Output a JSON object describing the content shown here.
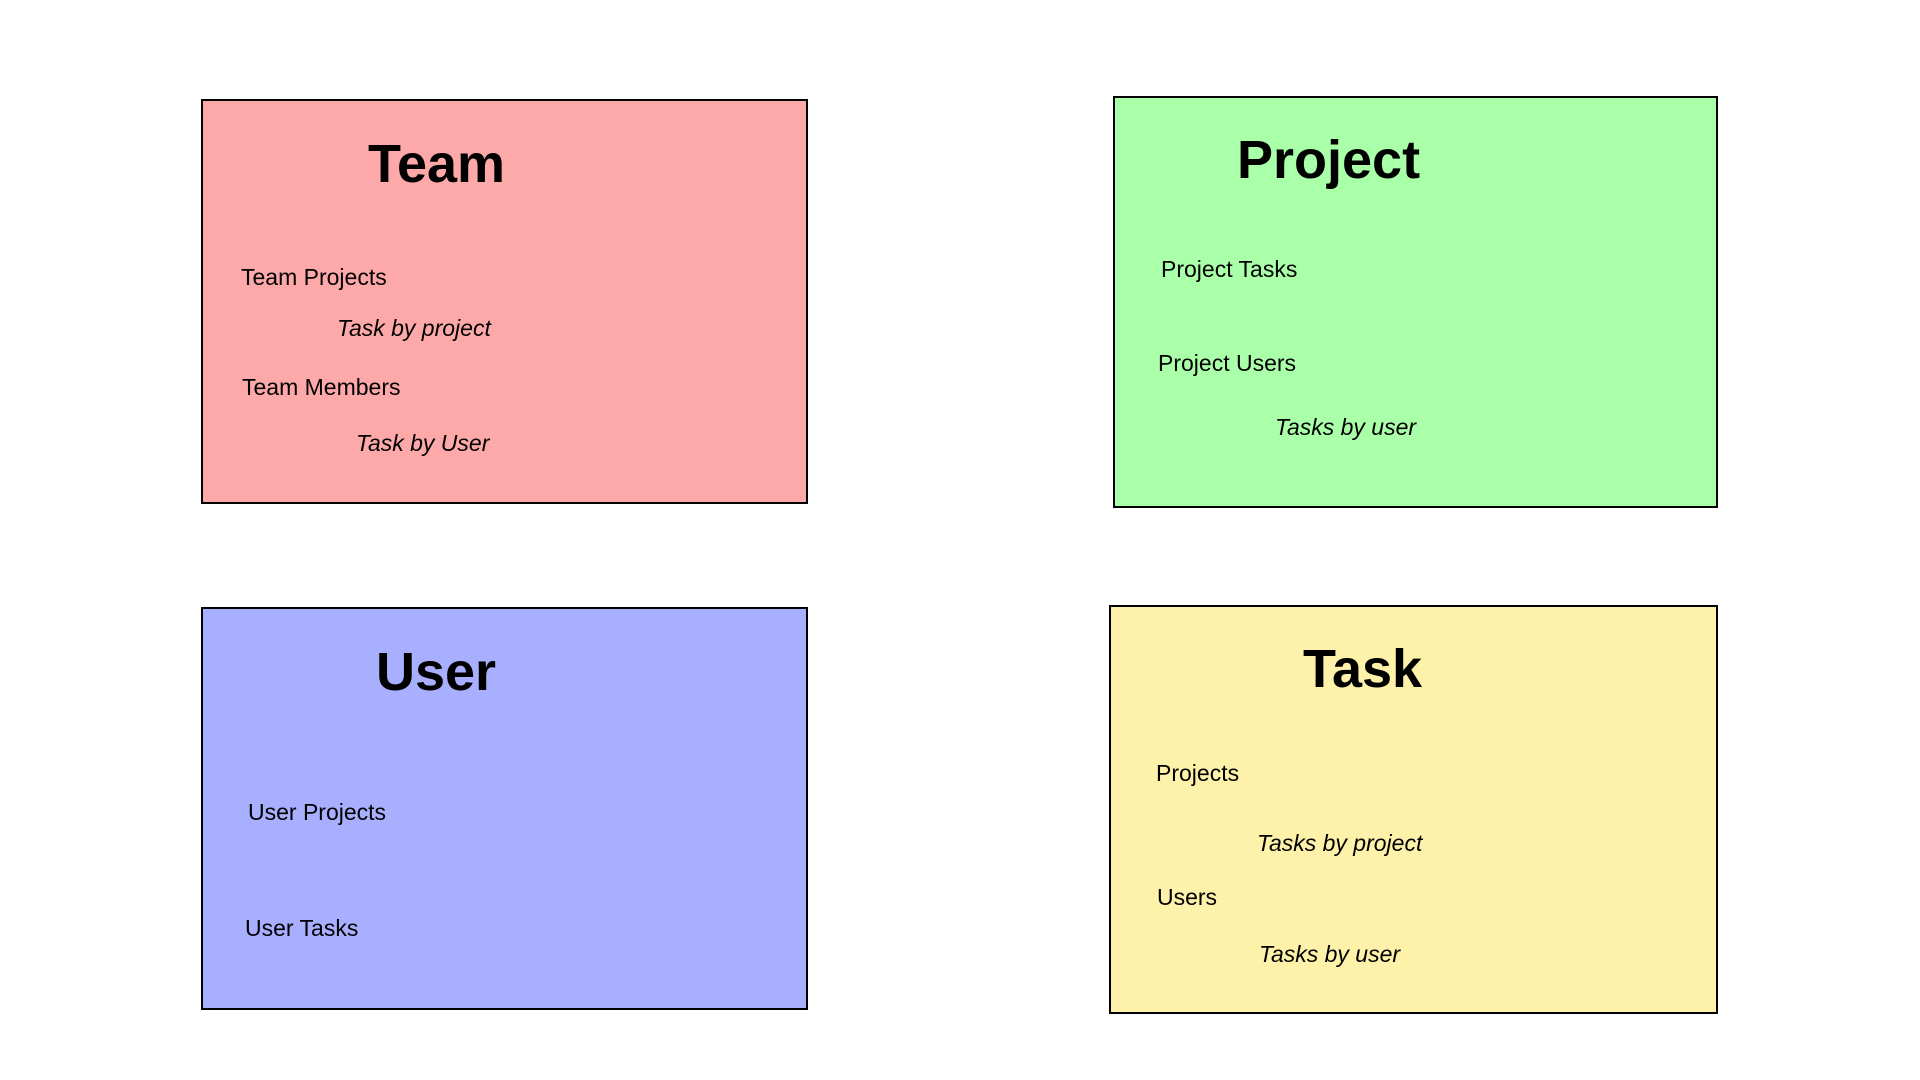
{
  "colors": {
    "team": "#fea9a9",
    "project": "#aaffa9",
    "user": "#a9afff",
    "task": "#fef1a9",
    "border": "#000000"
  },
  "cards": {
    "team": {
      "title": "Team",
      "items": [
        "Team Projects",
        "Team Members"
      ],
      "subitems": [
        "Task by project",
        "Task by User"
      ]
    },
    "project": {
      "title": "Project",
      "items": [
        "Project Tasks",
        "Project Users"
      ],
      "subitems": [
        "Tasks by user"
      ]
    },
    "user": {
      "title": "User",
      "items": [
        "User Projects",
        "User Tasks"
      ]
    },
    "task": {
      "title": "Task",
      "items": [
        "Projects",
        "Users"
      ],
      "subitems": [
        "Tasks by project",
        "Tasks by user"
      ]
    }
  }
}
